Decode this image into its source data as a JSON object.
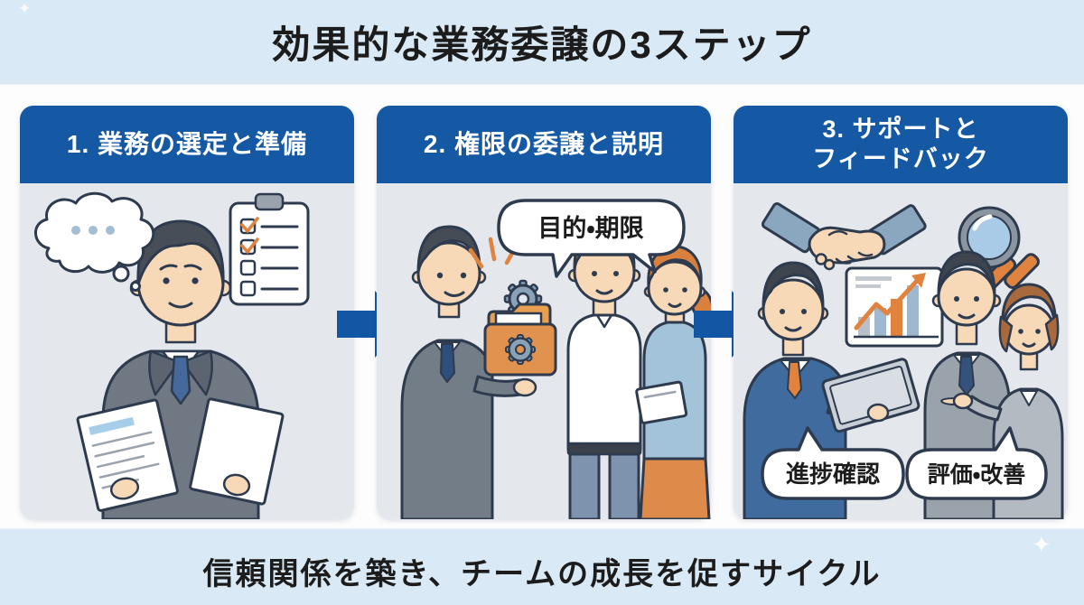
{
  "page": {
    "title": "効果的な業務委譲の3ステップ",
    "footer": "信頼関係を築き、チームの成長を促すサイクル"
  },
  "steps": [
    {
      "header": "1. 業務の選定と準備",
      "illustrations": [
        "thought-bubble",
        "checklist-clipboard",
        "manager-reviewing-documents"
      ]
    },
    {
      "header": "2. 権限の委譲と説明",
      "speech_bubble": "目的・期限",
      "illustrations": [
        "delegating-manager",
        "task-folder-with-gears",
        "gear",
        "employee-man",
        "employee-woman"
      ]
    },
    {
      "header": "3. サポートと\nフィードバック",
      "speech_bubble_left": "進捗確認",
      "speech_bubble_right": "評価・改善",
      "illustrations": [
        "handshake",
        "magnifier",
        "leader-with-tablet",
        "growth-chart",
        "team-member-man",
        "team-member-woman"
      ]
    }
  ],
  "arrows": [
    "step1-to-step2",
    "step2-to-step3"
  ],
  "colors": {
    "band_blue": "#d9eaf6",
    "header_blue": "#1559a4",
    "arrow_blue": "#1356a3",
    "panel_gray": "#e4e7eb",
    "accent_orange": "#e0833e",
    "outline_navy": "#2e3b4e",
    "text_dark": "#1c1c1c"
  }
}
